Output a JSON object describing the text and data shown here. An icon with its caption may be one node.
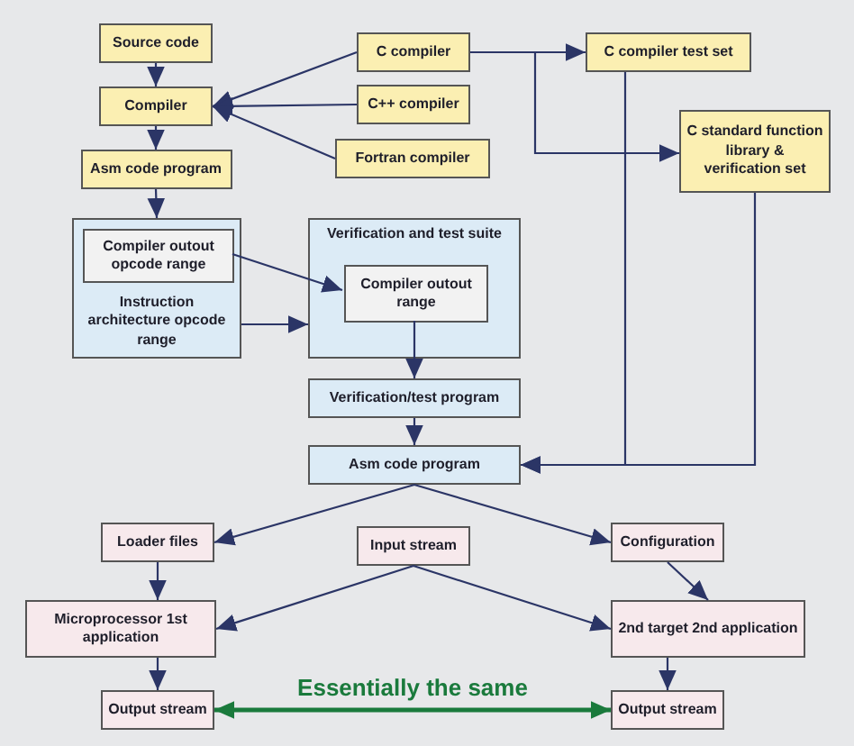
{
  "diagram": {
    "nodes": [
      {
        "text": [
          "Source code"
        ]
      },
      {
        "text": [
          "Compiler"
        ]
      },
      {
        "text": [
          "C compiler"
        ]
      },
      {
        "text": [
          "C compiler test set"
        ]
      },
      {
        "text": [
          "C++ compiler"
        ]
      },
      {
        "text": [
          "Fortran compiler"
        ]
      },
      {
        "text": [
          "C standard function library & verification set"
        ]
      },
      {
        "text": [
          "Asm code program"
        ]
      },
      {
        "text": [
          "Instruction architecture opcode range"
        ]
      },
      {
        "text": [
          "Compiler outout opcode range"
        ],
        "in": 8
      },
      {
        "text": [
          "Verification and test suite"
        ]
      },
      {
        "text": [
          "Compiler outout range"
        ],
        "in": 10
      },
      {
        "text": [
          "Verification/test program"
        ]
      },
      {
        "text": [
          "Asm code program"
        ]
      },
      {
        "text": [
          "Loader files"
        ]
      },
      {
        "text": [
          "Input stream"
        ]
      },
      {
        "text": [
          "Configuration"
        ]
      },
      {
        "text": [
          "Microprocessor 1st application"
        ]
      },
      {
        "text": [
          "2nd target 2nd application"
        ]
      },
      {
        "text": [
          "Output stream"
        ]
      },
      {
        "text": [
          "Output stream"
        ]
      }
    ],
    "edges": [
      {
        "from": 0,
        "to": 1,
        "arrow": "to"
      },
      {
        "from": 2,
        "to": 1,
        "arrow": "to"
      },
      {
        "from": 4,
        "to": 1,
        "arrow": "to"
      },
      {
        "from": 5,
        "to": 1,
        "arrow": "to"
      },
      {
        "from": 2,
        "to": 3,
        "arrow": "to"
      },
      {
        "from": 2,
        "to": 6,
        "arrow": "to"
      },
      {
        "from": 1,
        "to": 7,
        "arrow": "to"
      },
      {
        "from": 7,
        "to": 8,
        "arrow": "to"
      },
      {
        "from": 9,
        "to": 11,
        "arrow": "to"
      },
      {
        "from": 8,
        "to": 10,
        "arrow": "to"
      },
      {
        "from": 11,
        "to": 12,
        "arrow": "to"
      },
      {
        "from": 12,
        "to": 13,
        "arrow": "to"
      },
      {
        "from": 3,
        "to": 13,
        "arrow": "to"
      },
      {
        "from": 6,
        "to": 13,
        "arrow": "to"
      },
      {
        "from": 13,
        "to": 14,
        "arrow": "to"
      },
      {
        "from": 13,
        "to": 16,
        "arrow": "to"
      },
      {
        "from": 14,
        "to": 17,
        "arrow": "to"
      },
      {
        "from": 15,
        "to": 17,
        "arrow": "to"
      },
      {
        "from": 15,
        "to": 18,
        "arrow": "to"
      },
      {
        "from": 16,
        "to": 18,
        "arrow": "to"
      },
      {
        "from": 17,
        "to": 19,
        "arrow": "to"
      },
      {
        "from": 18,
        "to": 20,
        "arrow": "to"
      },
      {
        "from": 19,
        "to": 20,
        "arrow": "both",
        "label": "Essentially the same",
        "style": "thick",
        "color": "#1a7a3c"
      }
    ]
  }
}
